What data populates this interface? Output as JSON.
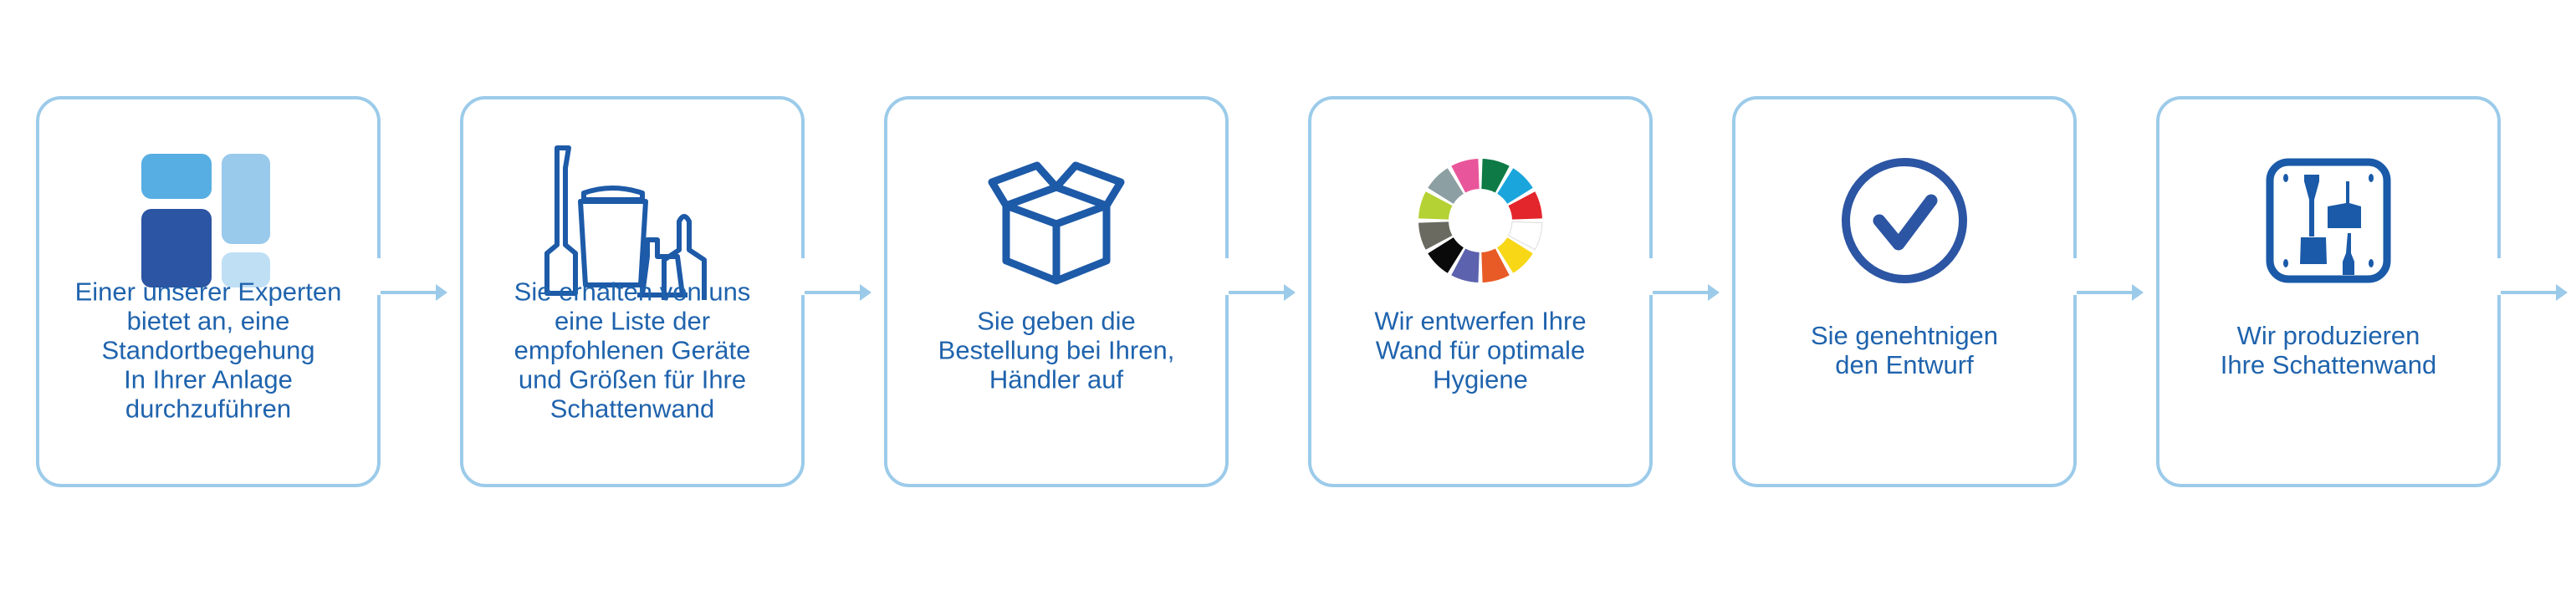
{
  "steps": [
    {
      "icon": "tiles-icon",
      "text": "Einer unserer Experten\nbietet an, eine\nStandortbegehung\nIn Ihrer Anlage\ndurchzuführen"
    },
    {
      "icon": "cleaning-tools-icon",
      "text": "Sie erhalten von uns\neine Liste der\nempfohlenen Geräte\nund Größen für Ihre\nSchattenwand"
    },
    {
      "icon": "open-box-icon",
      "text": "Sie geben die\nBestellung bei Ihren,\nHändler auf"
    },
    {
      "icon": "color-wheel-icon",
      "text": "Wir entwerfen Ihre\nWand für optimale\nHygiene"
    },
    {
      "icon": "checkmark-circle-icon",
      "text": "Sie genehtnigen\nden Entwurf"
    },
    {
      "icon": "shadow-board-icon",
      "text": "Wir produzieren\nIhre Schattenwand"
    }
  ],
  "colors": {
    "border": "#9ccbea",
    "text": "#1f63ad",
    "icon": "#2c55a3"
  },
  "color_wheel": [
    "#0e7a45",
    "#1aa6dc",
    "#e3262b",
    "#ffffff",
    "#f7d716",
    "#e85b26",
    "#5c62ad",
    "#0a0a0a",
    "#6b6a60",
    "#b4d234",
    "#8c9fa3",
    "#e9559a"
  ]
}
